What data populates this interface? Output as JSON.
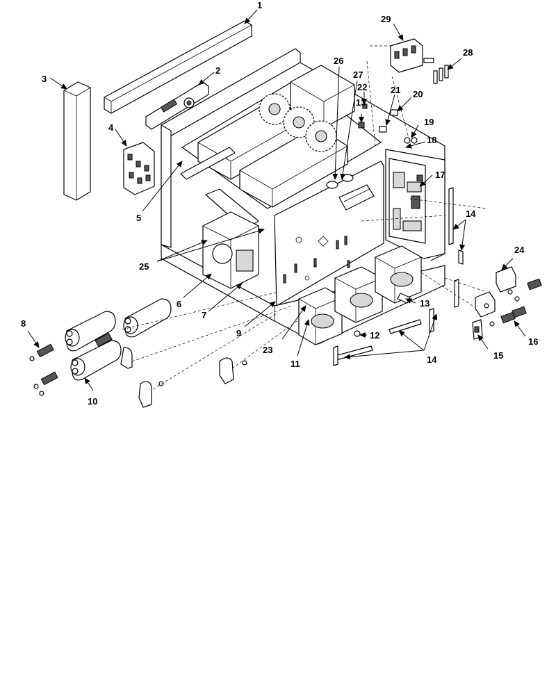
{
  "callouts": [
    {
      "id": "c1",
      "text": "1"
    },
    {
      "id": "c2",
      "text": "2"
    },
    {
      "id": "c3",
      "text": "3"
    },
    {
      "id": "c4",
      "text": "4"
    },
    {
      "id": "c5",
      "text": "5"
    },
    {
      "id": "c6",
      "text": "6"
    },
    {
      "id": "c7",
      "text": "7"
    },
    {
      "id": "c8",
      "text": "8"
    },
    {
      "id": "c9",
      "text": "9"
    },
    {
      "id": "c10",
      "text": "10"
    },
    {
      "id": "c11",
      "text": "11"
    },
    {
      "id": "c12",
      "text": "12"
    },
    {
      "id": "c13a",
      "text": "13"
    },
    {
      "id": "c13b",
      "text": "13"
    },
    {
      "id": "c14a",
      "text": "14"
    },
    {
      "id": "c14b",
      "text": "14"
    },
    {
      "id": "c15",
      "text": "15"
    },
    {
      "id": "c16",
      "text": "16"
    },
    {
      "id": "c17",
      "text": "17"
    },
    {
      "id": "c18",
      "text": "18"
    },
    {
      "id": "c19",
      "text": "19"
    },
    {
      "id": "c20",
      "text": "20"
    },
    {
      "id": "c21",
      "text": "21"
    },
    {
      "id": "c22",
      "text": "22"
    },
    {
      "id": "c23",
      "text": "23"
    },
    {
      "id": "c24",
      "text": "24"
    },
    {
      "id": "c25",
      "text": "25"
    },
    {
      "id": "c26",
      "text": "26"
    },
    {
      "id": "c27",
      "text": "27"
    },
    {
      "id": "c28",
      "text": "28"
    },
    {
      "id": "c29",
      "text": "29"
    }
  ],
  "colors": {
    "ink": "#000000",
    "background": "#ffffff",
    "shade": "#d8d8d8"
  }
}
